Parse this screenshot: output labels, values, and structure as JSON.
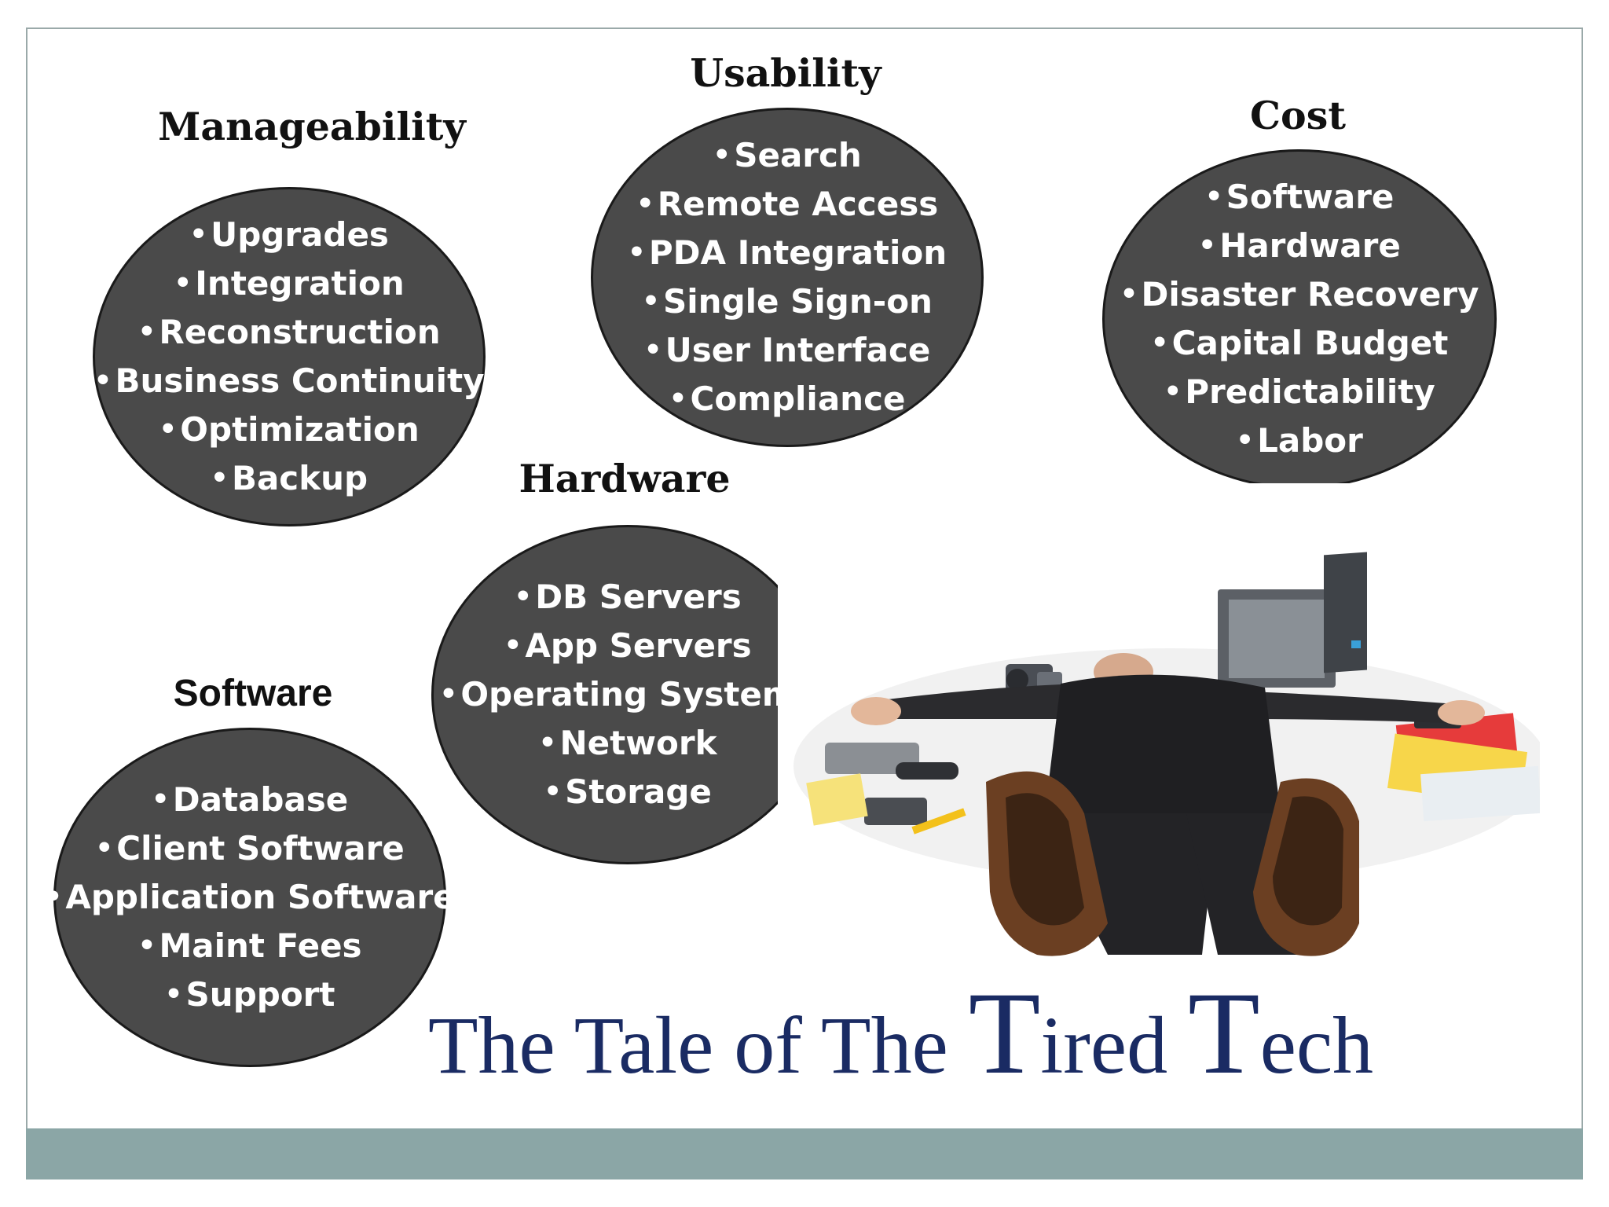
{
  "groups": {
    "manageability": {
      "title": "Manageability",
      "items": [
        "Upgrades",
        "Integration",
        "Reconstruction",
        "Business Continuity",
        "Optimization",
        "Backup"
      ]
    },
    "usability": {
      "title": "Usability",
      "items": [
        "Search",
        "Remote Access",
        "PDA Integration",
        "Single Sign-on",
        "User Interface",
        "Compliance"
      ]
    },
    "cost": {
      "title": "Cost",
      "items": [
        "Software",
        "Hardware",
        "Disaster Recovery",
        "Capital Budget",
        "Predictability",
        "Labor"
      ]
    },
    "hardware": {
      "title": "Hardware",
      "items": [
        "DB Servers",
        "App Servers",
        "Operating Systems",
        "Network",
        "Storage"
      ]
    },
    "software": {
      "title": "Software",
      "items": [
        "Database",
        "Client Software",
        "Application Software",
        "Maint Fees",
        "Support"
      ]
    }
  },
  "banner": {
    "prefix": "The Tale of The ",
    "word1_initial": "T",
    "word1_rest": "ired ",
    "word2_initial": "T",
    "word2_rest": "ech"
  },
  "colors": {
    "bubble_fill": "#4a4a4a",
    "bubble_text": "#ffffff",
    "title_text": "#1a2b63",
    "footer_bar": "#8ba6a6"
  },
  "icons": {
    "photo": "tired-tech-lying-on-floor-photo"
  }
}
